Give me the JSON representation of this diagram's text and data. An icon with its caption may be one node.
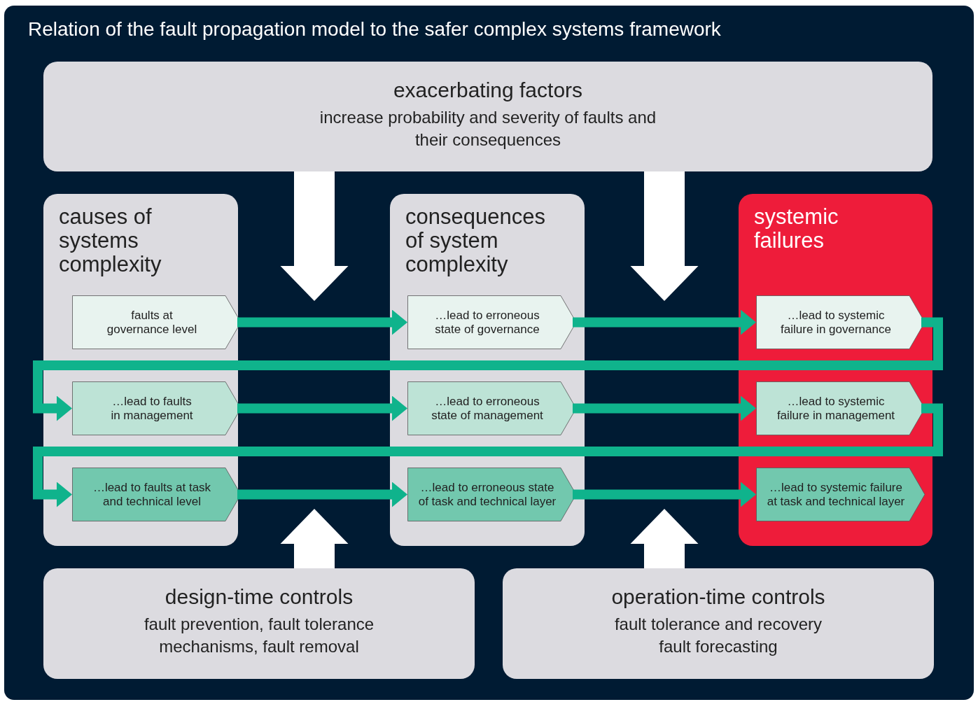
{
  "diagram": {
    "title": "Relation of the fault propagation model to the safer complex systems framework",
    "nodes": [
      {
        "text": [
          "exacerbating factors",
          "increase probability and severity of faults and their consequences"
        ]
      },
      {
        "text": [
          "causes of systems complexity"
        ]
      },
      {
        "text": [
          "faults at governance level"
        ],
        "in": 1
      },
      {
        "text": [
          "…lead to faults in management"
        ],
        "in": 1
      },
      {
        "text": [
          "…lead to faults at task and technical level"
        ],
        "in": 1
      },
      {
        "text": [
          "consequences of system complexity"
        ]
      },
      {
        "text": [
          "…lead to erroneous state of governance"
        ],
        "in": 5
      },
      {
        "text": [
          "…lead to erroneous state of management"
        ],
        "in": 5
      },
      {
        "text": [
          "…lead to erroneous state of task and technical layer"
        ],
        "in": 5
      },
      {
        "text": [
          "systemic failures"
        ]
      },
      {
        "text": [
          "…lead to systemic failure in governance"
        ],
        "in": 9
      },
      {
        "text": [
          "…lead to systemic failure in management"
        ],
        "in": 9
      },
      {
        "text": [
          "…lead to systemic failure at task and technical layer"
        ],
        "in": 9
      },
      {
        "text": [
          "design-time controls",
          "fault prevention, fault tolerance mechanisms, fault removal"
        ]
      },
      {
        "text": [
          "operation-time controls",
          "fault tolerance and recovery fault forecasting"
        ]
      }
    ],
    "edges": [
      {
        "from": 2,
        "to": 6,
        "arrow": "to"
      },
      {
        "from": 6,
        "to": 10,
        "arrow": "to"
      },
      {
        "from": 10,
        "to": 3,
        "arrow": "to"
      },
      {
        "from": 3,
        "to": 7,
        "arrow": "to"
      },
      {
        "from": 7,
        "to": 11,
        "arrow": "to"
      },
      {
        "from": 11,
        "to": 4,
        "arrow": "to"
      },
      {
        "from": 4,
        "to": 8,
        "arrow": "to"
      },
      {
        "from": 8,
        "to": 12,
        "arrow": "to"
      }
    ]
  }
}
